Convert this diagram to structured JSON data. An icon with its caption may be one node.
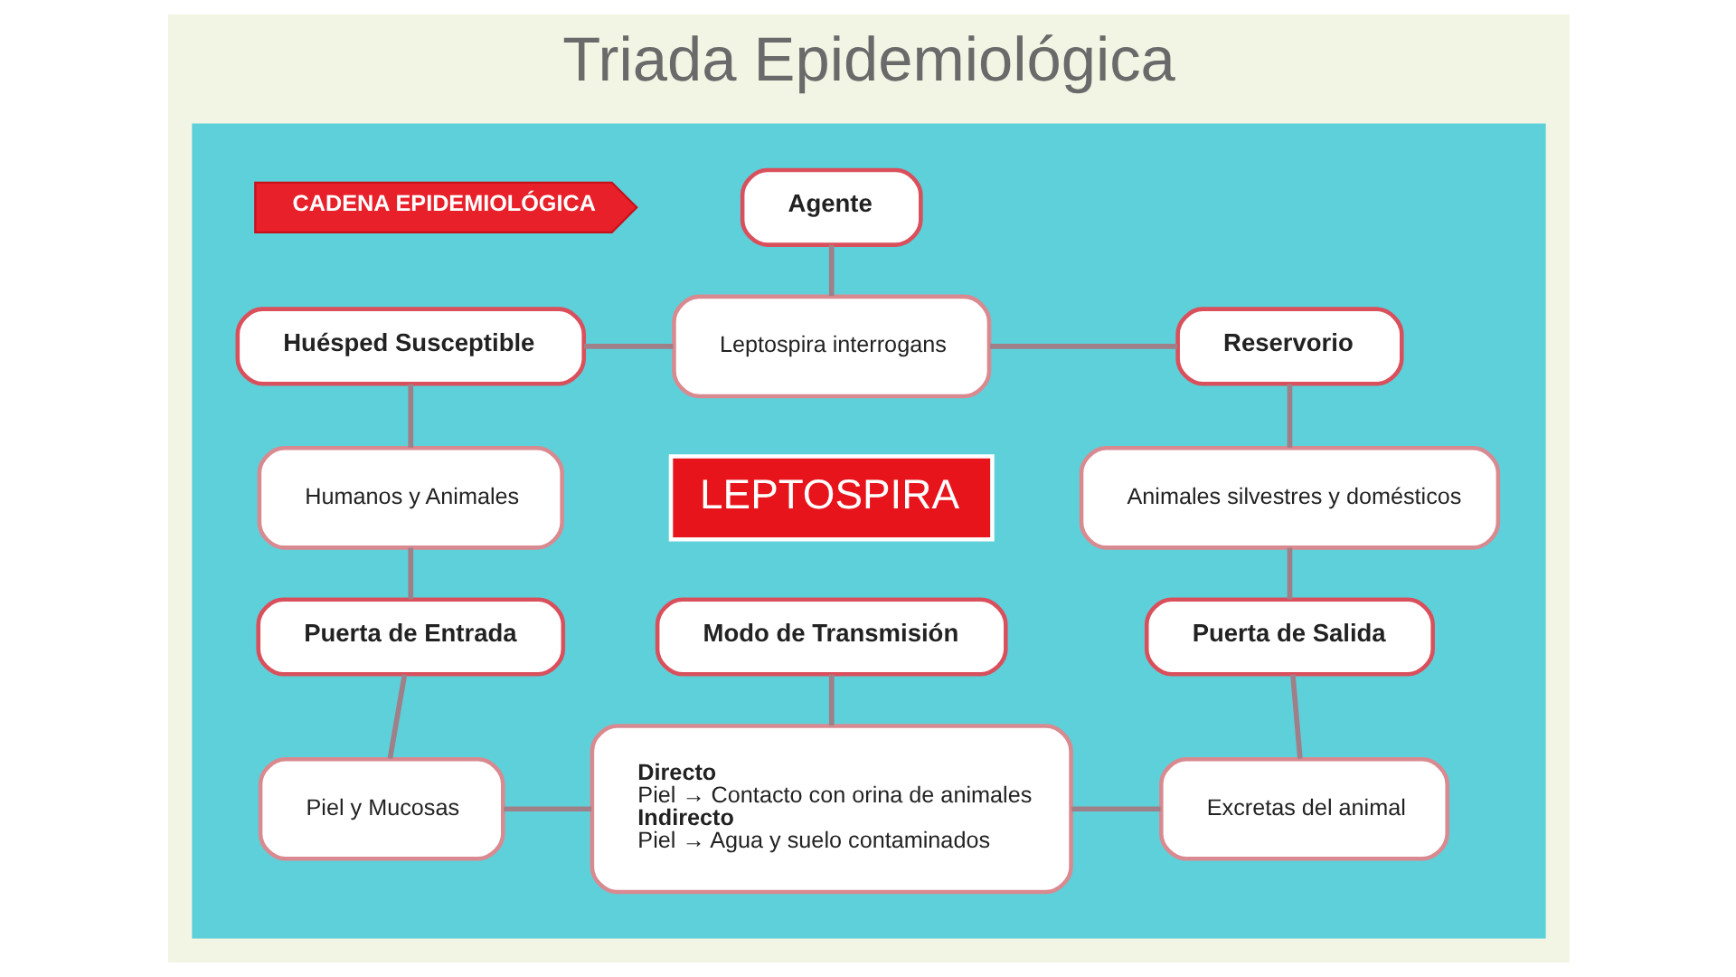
{
  "diagram": {
    "title": "Triada Epidemiológica",
    "nodes": [
      {
        "text": [],
        "shape": "box"
      },
      {
        "text": [
          "CADENA EPIDEMIOLÓGICA"
        ],
        "in": 0
      },
      {
        "text": [
          "Agente"
        ],
        "in": 0
      },
      {
        "text": [
          "Leptospira interrogans"
        ],
        "in": 0
      },
      {
        "text": [
          "Huésped Susceptible"
        ],
        "in": 0
      },
      {
        "text": [
          "Reservorio"
        ],
        "in": 0
      },
      {
        "text": [
          "Humanos y Animales"
        ],
        "in": 0
      },
      {
        "text": [
          "Animales silvestres y domésticos"
        ],
        "in": 0
      },
      {
        "text": [
          "LEPTOSPIRA"
        ],
        "in": 0
      },
      {
        "text": [
          "Puerta de Entrada"
        ],
        "in": 0
      },
      {
        "text": [
          "Puerta de Salida"
        ],
        "in": 0
      },
      {
        "text": [
          "Piel y Mucosas"
        ],
        "in": 0
      },
      {
        "text": [
          "Excretas del animal"
        ],
        "in": 0
      },
      {
        "text": [
          "Modo de Transmisión"
        ],
        "in": 0
      },
      {
        "text": [
          "Directo",
          "Piel → Contacto con orina de animales",
          "Indirecto",
          "Piel → Agua y suelo contaminados"
        ],
        "in": 0
      }
    ],
    "edges": [
      {
        "from": 2,
        "to": 3,
        "arrow": "none"
      },
      {
        "from": 3,
        "to": 5,
        "arrow": "none"
      },
      {
        "from": 5,
        "to": 7,
        "arrow": "none"
      },
      {
        "from": 7,
        "to": 10,
        "arrow": "none"
      },
      {
        "from": 10,
        "to": 12,
        "arrow": "none"
      },
      {
        "from": 14,
        "to": 12,
        "arrow": "none"
      },
      {
        "from": 13,
        "to": 14,
        "arrow": "none"
      },
      {
        "from": 11,
        "to": 14,
        "arrow": "none"
      },
      {
        "from": 9,
        "to": 11,
        "arrow": "none"
      },
      {
        "from": 6,
        "to": 9,
        "arrow": "none"
      },
      {
        "from": 4,
        "to": 6,
        "arrow": "none"
      },
      {
        "from": 4,
        "to": 3,
        "arrow": "none"
      }
    ]
  }
}
